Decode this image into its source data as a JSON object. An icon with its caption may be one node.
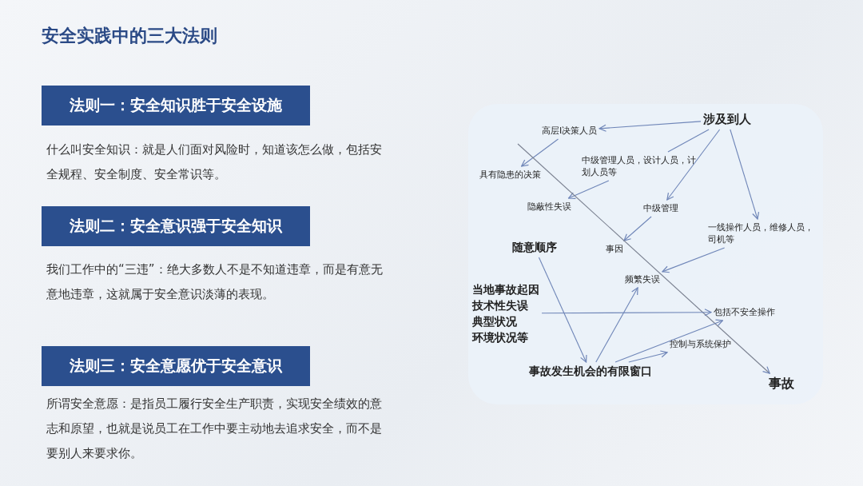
{
  "diagram": {
    "title": "安全实践中的三大法则",
    "nodes": [
      {
        "text": [
          "法则一：安全知识胜于安全设施"
        ]
      },
      {
        "text": [
          "法则二：安全意识强于安全知识"
        ]
      },
      {
        "text": [
          "法则三：安全意愿优于安全意识"
        ]
      },
      {
        "text": [
          "涉及到人"
        ]
      },
      {
        "text": [
          "高层I决策人员"
        ]
      },
      {
        "text": [
          "中级管理人员，设计人员，计划人员等"
        ]
      },
      {
        "text": [
          "具有隐患的决策"
        ]
      },
      {
        "text": [
          "隐蔽性失误"
        ]
      },
      {
        "text": [
          "中级管理"
        ]
      },
      {
        "text": [
          "一线操作人员，维修人员，司机等"
        ]
      },
      {
        "text": [
          "随意顺序"
        ]
      },
      {
        "text": [
          "事因"
        ]
      },
      {
        "text": [
          "频繁失误"
        ]
      },
      {
        "text": [
          "当地事故起因",
          "技术性失误",
          "典型状况",
          "环境状况等"
        ]
      },
      {
        "text": [
          "包括不安全操作"
        ]
      },
      {
        "text": [
          "控制与系统保护"
        ]
      },
      {
        "text": [
          "事故发生机会的有限窗口"
        ]
      },
      {
        "text": [
          "事故"
        ]
      }
    ],
    "edges": [
      {
        "from": 3,
        "to": 4,
        "arrow": "to"
      },
      {
        "from": 3,
        "to": 5,
        "arrow": "none"
      },
      {
        "from": 3,
        "to": 8,
        "arrow": "to"
      },
      {
        "from": 3,
        "to": 9,
        "arrow": "to"
      },
      {
        "from": 4,
        "to": 6,
        "arrow": "to"
      },
      {
        "from": 5,
        "to": 7,
        "arrow": "to"
      },
      {
        "from": 8,
        "to": 11,
        "arrow": "to"
      },
      {
        "from": 9,
        "to": 12,
        "arrow": "to"
      },
      {
        "from": null,
        "to": 17,
        "arrow": "to"
      },
      {
        "from": 10,
        "to": 16,
        "arrow": "to"
      },
      {
        "from": 13,
        "to": 14,
        "arrow": "to"
      },
      {
        "from": 16,
        "to": 12,
        "arrow": "to"
      },
      {
        "from": 16,
        "to": 14,
        "arrow": "to"
      },
      {
        "from": 16,
        "to": 15,
        "arrow": "to"
      }
    ],
    "labels": [
      "什么叫安全知识：就是人们面对风险时，知道该怎么做，包括安全规程、安全制度、安全常识等。",
      "我们工作中的“三违”：绝大多数人不是不知道违章，而是有意无意地违章，这就属于安全意识淡薄的表现。",
      "所谓安全意愿：是指员工履行安全生产职责，实现安全绩效的意志和原望，也就是说员工在工作中要主动地去追求安全，而不是要别人来要求你。"
    ]
  }
}
